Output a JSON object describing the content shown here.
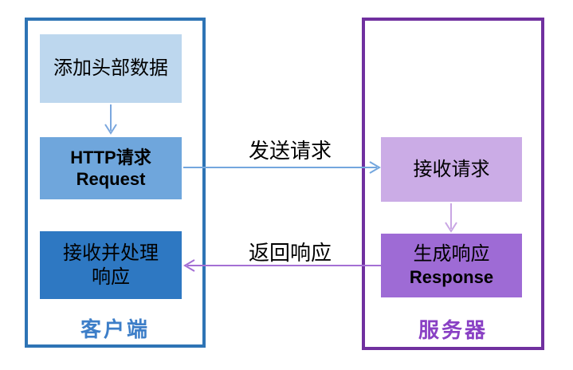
{
  "client": {
    "panel_label": "客户端",
    "add_header_box": "添加头部数据",
    "http_request_line1": "HTTP请求",
    "http_request_line2": "Request",
    "receive_line1": "接收并处理",
    "receive_line2": "响应"
  },
  "server": {
    "panel_label": "服务器",
    "receive_request_box": "接收请求",
    "generate_line1": "生成响应",
    "generate_line2": "Response"
  },
  "arrows": {
    "send_request_label": "发送请求",
    "return_response_label": "返回响应"
  },
  "colors": {
    "client_border": "#2E74B5",
    "server_border": "#70309F",
    "box_light_blue": "#BDD7EE",
    "box_medium_blue": "#6FA6DC",
    "box_dark_blue": "#2E78C2",
    "box_light_purple": "#CBACE6",
    "box_dark_purple": "#9E6BD5",
    "arrow_blue": "#74A7DE",
    "arrow_vertical_blue": "#7BA7DE",
    "arrow_purple": "#A46FD4",
    "arrow_light_purple": "#C9A6E4",
    "client_label_color": "#3D7EC8",
    "server_label_color": "#8940C4"
  }
}
